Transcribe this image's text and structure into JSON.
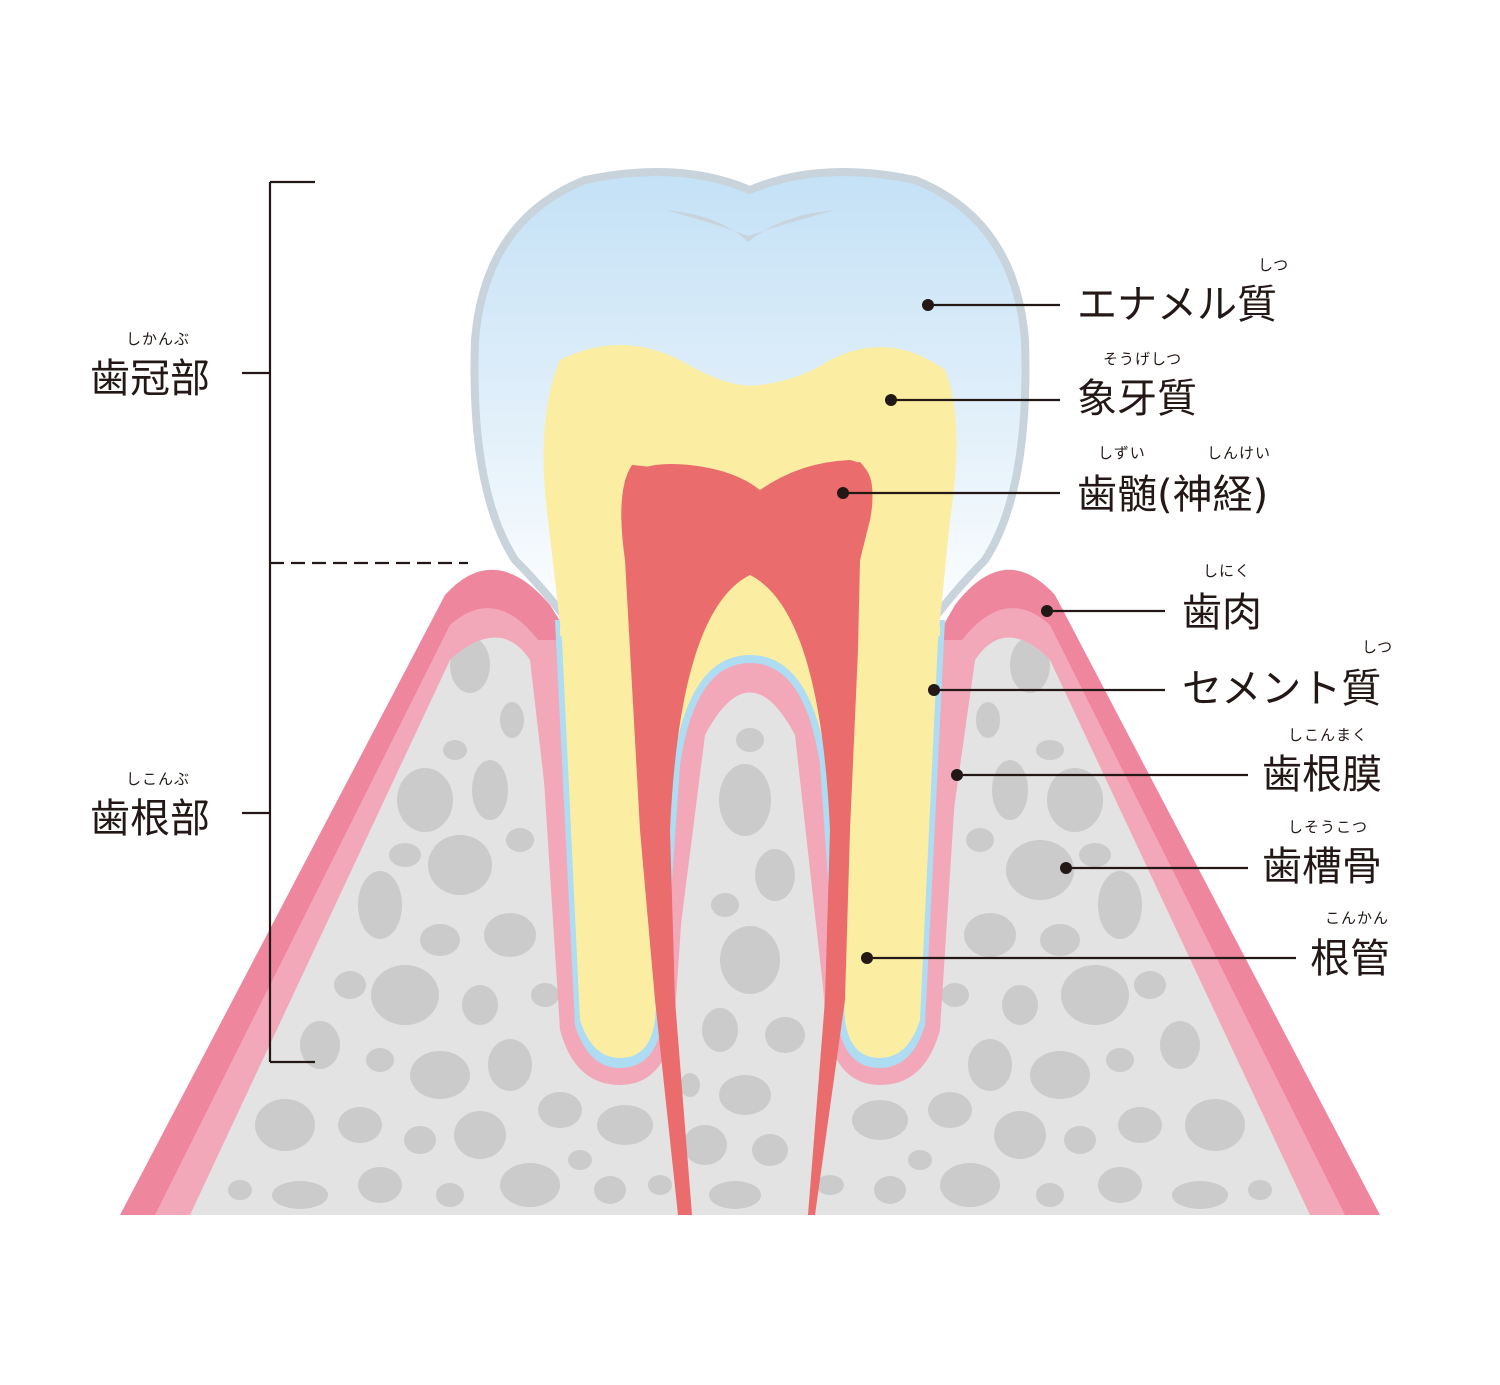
{
  "regions": {
    "crown": {
      "label": "歯冠部",
      "reading": "しかんぶ"
    },
    "root": {
      "label": "歯根部",
      "reading": "しこんぶ"
    }
  },
  "parts": [
    {
      "key": "enamel",
      "label": "エナメル質",
      "reading": "しつ"
    },
    {
      "key": "dentin",
      "label": "象牙質",
      "reading": "そうげしつ"
    },
    {
      "key": "pulp",
      "label": "歯髄(神経)",
      "reading_a": "しずい",
      "reading_b": "しんけい"
    },
    {
      "key": "gum",
      "label": "歯肉",
      "reading": "しにく"
    },
    {
      "key": "cementum",
      "label": "セメント質",
      "reading": "しつ"
    },
    {
      "key": "pdl",
      "label": "歯根膜",
      "reading": "しこんまく"
    },
    {
      "key": "bone",
      "label": "歯槽骨",
      "reading": "しそうこつ"
    },
    {
      "key": "canal",
      "label": "根管",
      "reading": "こんかん"
    }
  ],
  "colors": {
    "gum_outer": "#ee879e",
    "gum_inner": "#f3a8b9",
    "bone": "#e3e3e3",
    "bone_holes": "#cbcbcb",
    "enamel_top": "#c6e2f6",
    "enamel_outline": "#c8d3db",
    "dentin": "#fbeea2",
    "pulp": "#ea6c6c",
    "cementum": "#addcf3",
    "pdl": "#f3a8b9",
    "text": "#231815"
  }
}
